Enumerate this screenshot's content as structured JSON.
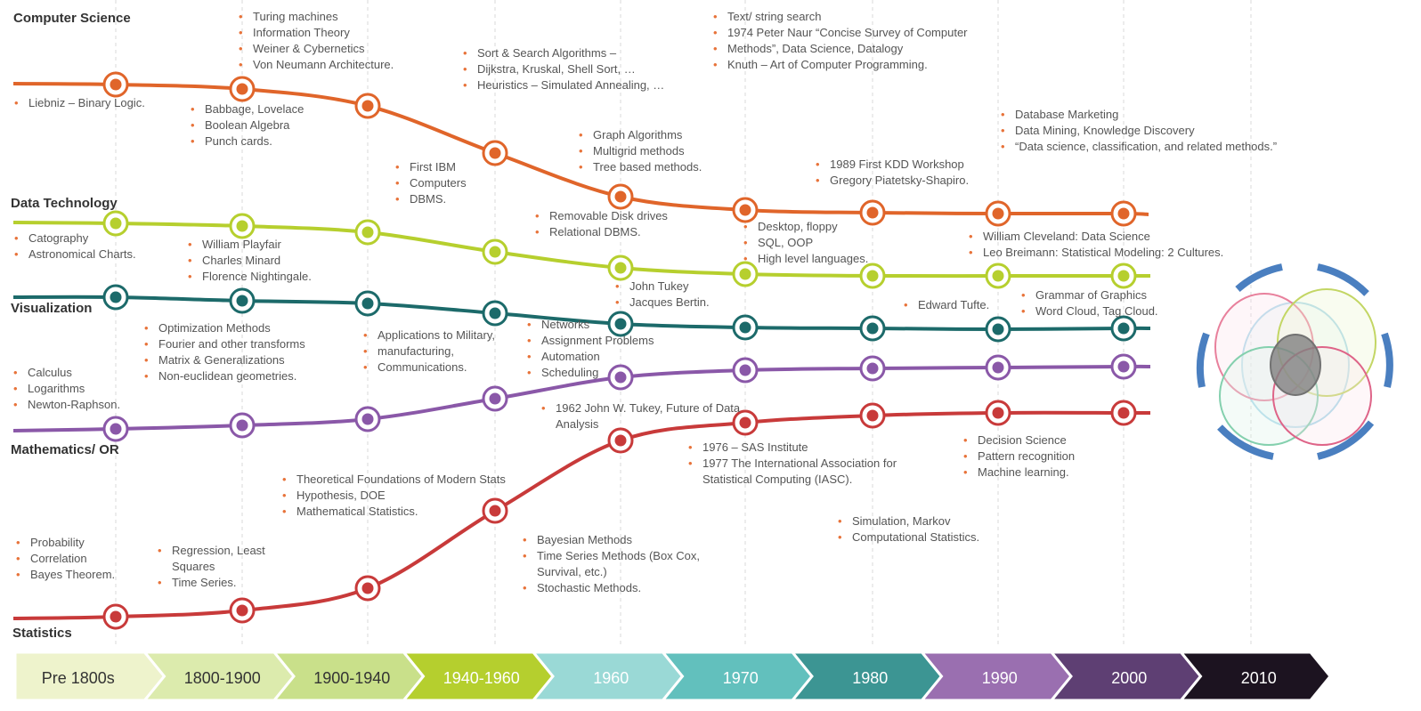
{
  "track_titles": {
    "computer_science": "Computer Science",
    "data_technology": "Data Technology",
    "visualization": "Visualization",
    "mathematics": "Mathematics/ OR",
    "statistics": "Statistics"
  },
  "periods": [
    "Pre 1800s",
    "1800-1900",
    "1900-1940",
    "1940-1960",
    "1960",
    "1970",
    "1980",
    "1990",
    "2000",
    "2010"
  ],
  "colors": {
    "computer_science": "#e0652a",
    "data_technology": "#b6cf2e",
    "visualization": "#1c6a6a",
    "mathematics": "#8a58a8",
    "statistics": "#c83a3a",
    "segments": [
      "#eef3cc",
      "#dcebad",
      "#c9e08a",
      "#b5cf2e",
      "#9ad9d6",
      "#62c0bd",
      "#3c9593",
      "#9a6fb0",
      "#5e3f73",
      "#1c1320"
    ]
  },
  "annotations": [
    {
      "id": "cs-1",
      "items": [
        "Liebniz – Binary Logic."
      ]
    },
    {
      "id": "cs-2",
      "items": [
        "Turing machines",
        "Information Theory",
        "Weiner & Cybernetics",
        "Von Neumann Architecture."
      ]
    },
    {
      "id": "cs-3",
      "items": [
        "Babbage, Lovelace",
        "Boolean Algebra",
        "Punch cards."
      ]
    },
    {
      "id": "cs-4",
      "items": [
        "Sort & Search Algorithms –",
        "Dijkstra, Kruskal, Shell Sort, …",
        "Heuristics – Simulated Annealing, …"
      ]
    },
    {
      "id": "cs-5",
      "items": [
        "First IBM",
        "Computers",
        "DBMS."
      ]
    },
    {
      "id": "cs-6",
      "items": [
        "Graph Algorithms",
        "Multigrid methods",
        "Tree based methods."
      ]
    },
    {
      "id": "cs-7",
      "items": [
        "Text/ string search",
        "1974 Peter Naur “Concise Survey of Computer",
        "Methods”, Data Science, Datalogy",
        "Knuth – Art of Computer Programming."
      ]
    },
    {
      "id": "cs-8",
      "items": [
        "1989 First KDD Workshop",
        "Gregory Piatetsky-Shapiro."
      ]
    },
    {
      "id": "cs-9",
      "items": [
        "Database Marketing",
        "Data Mining, Knowledge Discovery",
        "“Data science, classification, and related methods.”"
      ]
    },
    {
      "id": "dt-1",
      "items": [
        "Catography",
        "Astronomical Charts."
      ]
    },
    {
      "id": "dt-2",
      "items": [
        "William Playfair",
        "Charles Minard",
        "Florence Nightingale."
      ]
    },
    {
      "id": "dt-3",
      "items": [
        "Removable Disk drives",
        "Relational DBMS."
      ]
    },
    {
      "id": "dt-4",
      "items": [
        "Desktop, floppy",
        "SQL, OOP",
        "High level languages."
      ]
    },
    {
      "id": "dt-5",
      "items": [
        "William Cleveland: Data Science",
        "Leo Breimann: Statistical Modeling: 2 Cultures."
      ]
    },
    {
      "id": "vz-1",
      "items": [
        "John Tukey",
        "Jacques Bertin."
      ]
    },
    {
      "id": "vz-2",
      "items": [
        "Edward Tufte."
      ]
    },
    {
      "id": "vz-3",
      "items": [
        "Grammar of Graphics",
        "Word Cloud, Tag Cloud."
      ]
    },
    {
      "id": "mo-1",
      "items": [
        "Optimization Methods",
        "Fourier and other transforms",
        "Matrix & Generalizations",
        "Non-euclidean geometries."
      ]
    },
    {
      "id": "mo-2",
      "items": [
        "Applications to Military,",
        "manufacturing,",
        "Communications."
      ]
    },
    {
      "id": "mo-3",
      "items": [
        "Networks",
        "Assignment Problems",
        "Automation",
        "Scheduling"
      ]
    },
    {
      "id": "mo-4",
      "items": [
        "Calculus",
        "Logarithms",
        "Newton-Raphson."
      ]
    },
    {
      "id": "st-1",
      "items": [
        "1962 John W. Tukey, Future of Data Analysis"
      ]
    },
    {
      "id": "st-2",
      "items": [
        "1976 – SAS Institute",
        "1977 The International Association for Statistical Computing (IASC)."
      ]
    },
    {
      "id": "st-3",
      "items": [
        "Decision Science",
        "Pattern recognition",
        "Machine learning."
      ]
    },
    {
      "id": "st-4",
      "items": [
        "Theoretical Foundations of Modern Stats",
        "Hypothesis, DOE",
        "Mathematical Statistics."
      ]
    },
    {
      "id": "st-5",
      "items": [
        "Simulation, Markov",
        "Computational Statistics."
      ]
    },
    {
      "id": "st-6",
      "items": [
        "Probability",
        "Correlation",
        "Bayes Theorem."
      ]
    },
    {
      "id": "st-7",
      "items": [
        "Regression, Least Squares",
        "Time Series."
      ]
    },
    {
      "id": "st-8",
      "items": [
        "Bayesian Methods",
        "Time Series Methods (Box Cox, Survival, etc.)",
        "Stochastic Methods."
      ]
    }
  ]
}
